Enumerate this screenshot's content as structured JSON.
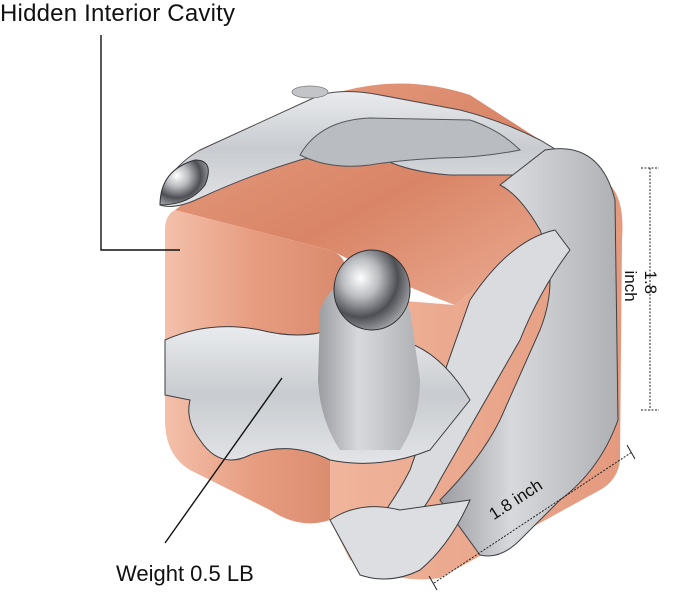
{
  "image": {
    "subject": "metal puzzle cube (copper and silver interlocking pieces)",
    "background": "#ffffff",
    "colors": {
      "copper": "#e8a285",
      "copper_dark": "#c97a5e",
      "copper_light": "#f3c2ad",
      "silver": "#cfd1d4",
      "silver_dark": "#8d8f94",
      "silver_light": "#eceef0",
      "line": "#111111"
    }
  },
  "annotations": {
    "top_callout": "Hidden Interior Cavity",
    "bottom_callout": "Weight 0.5 LB",
    "height_dimension": "1.8 inch",
    "width_dimension": "1.8 inch"
  }
}
